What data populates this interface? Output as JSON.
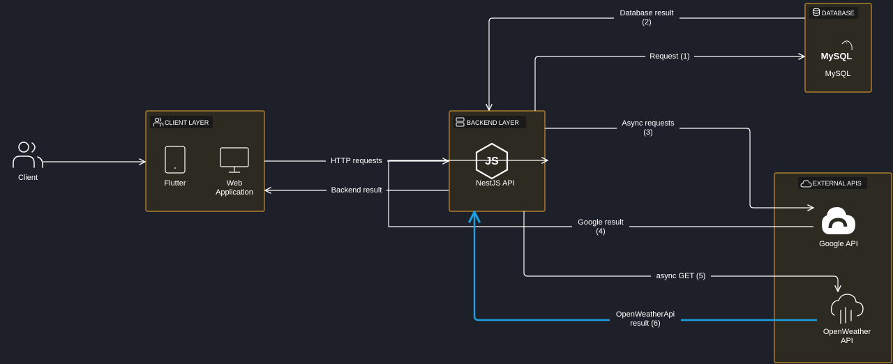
{
  "client": {
    "label": "Client"
  },
  "client_layer": {
    "title": "CLIENT LAYER",
    "flutter": "Flutter",
    "web_line1": "Web",
    "web_line2": "Application"
  },
  "backend_layer": {
    "title": "BACKEND LAYER",
    "nestjs": "NestJS API"
  },
  "database": {
    "title": "DATABASE",
    "mysql_logo": "MySQL",
    "mysql": "MySQL"
  },
  "external_apis": {
    "title": "EXTERNAL APIS",
    "google": "Google API",
    "openweather_line1": "OpenWeather",
    "openweather_line2": "API"
  },
  "edges": {
    "http_requests": "HTTP requests",
    "backend_result": "Backend result",
    "db_result_line1": "Database result",
    "db_result_line2": "(2)",
    "request": "Request (1)",
    "async_requests_line1": "Async requests",
    "async_requests_line2": "(3)",
    "google_result_line1": "Google result",
    "google_result_line2": "(4)",
    "async_get": "async GET (5)",
    "openweather_result_line1": "OpenWeatherApi",
    "openweather_result_line2": "result (6)"
  },
  "colors": {
    "background": "#1d1f29",
    "box_fill": "#2d2a22",
    "box_border": "#c8902e",
    "edge": "#ffffff",
    "highlight_edge": "#1ba1e2"
  }
}
